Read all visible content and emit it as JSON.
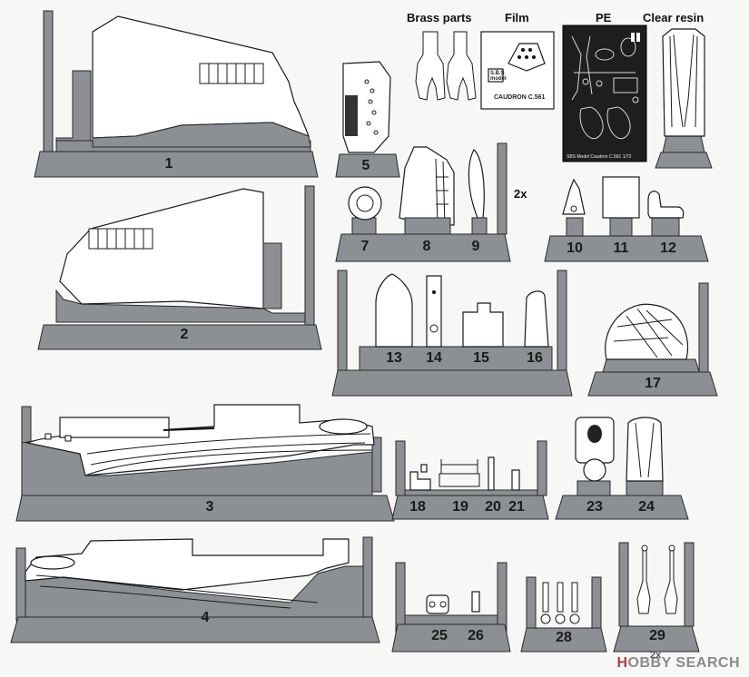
{
  "headers": {
    "brass": "Brass parts",
    "film": "Film",
    "pe": "PE",
    "resin": "Clear resin"
  },
  "film_card": {
    "model": "S.B.S\nmodel",
    "name": "CAUDRON C.561"
  },
  "pe_caption": "SBS Model Caudron C.561 1/72",
  "multiplier_2x": "2x",
  "part_labels": [
    "1",
    "2",
    "3",
    "4",
    "5",
    "7",
    "8",
    "9",
    "10",
    "11",
    "12",
    "13",
    "14",
    "15",
    "16",
    "17",
    "18",
    "19",
    "20",
    "21",
    "23",
    "24",
    "25",
    "26",
    "28",
    "29"
  ],
  "watermark": {
    "logo": "H",
    "text": "OBBY SEARCH",
    "under": "2x"
  },
  "colors": {
    "base": "#8c8f94",
    "base_dark": "#6f7277",
    "outline": "#2a2a2a",
    "paper": "#f7f7f5"
  }
}
